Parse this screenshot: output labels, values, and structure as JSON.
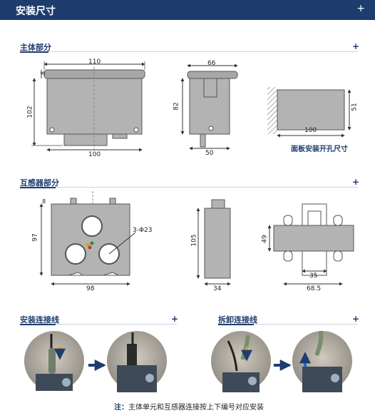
{
  "header": {
    "title": "安装尺寸",
    "plus": "+"
  },
  "sections": {
    "main_body": {
      "title": "主体部分",
      "plus": "+"
    },
    "transformer": {
      "title": "互感器部分",
      "plus": "+"
    },
    "install_wiring": {
      "title": "安装连接线",
      "plus": "+"
    },
    "remove_wiring": {
      "title": "拆卸连接线",
      "plus": "+"
    }
  },
  "dims": {
    "front": {
      "width_top": "110",
      "width_bottom": "100",
      "height": "102",
      "lip": "8"
    },
    "side": {
      "top": "66",
      "height": "82",
      "bottom": "50"
    },
    "cutout": {
      "width": "100",
      "height": "51",
      "caption": "面板安装开孔尺寸"
    },
    "ct_front": {
      "lip": "8",
      "height": "97",
      "width": "98",
      "holes": "3-Φ23"
    },
    "ct_side": {
      "height": "105",
      "width": "34"
    },
    "ct_rail": {
      "height": "49",
      "inner": "35",
      "outer": "68.5"
    }
  },
  "footer": {
    "label": "注：",
    "text": "主体单元和互感器连接按上下编号对应安装"
  }
}
